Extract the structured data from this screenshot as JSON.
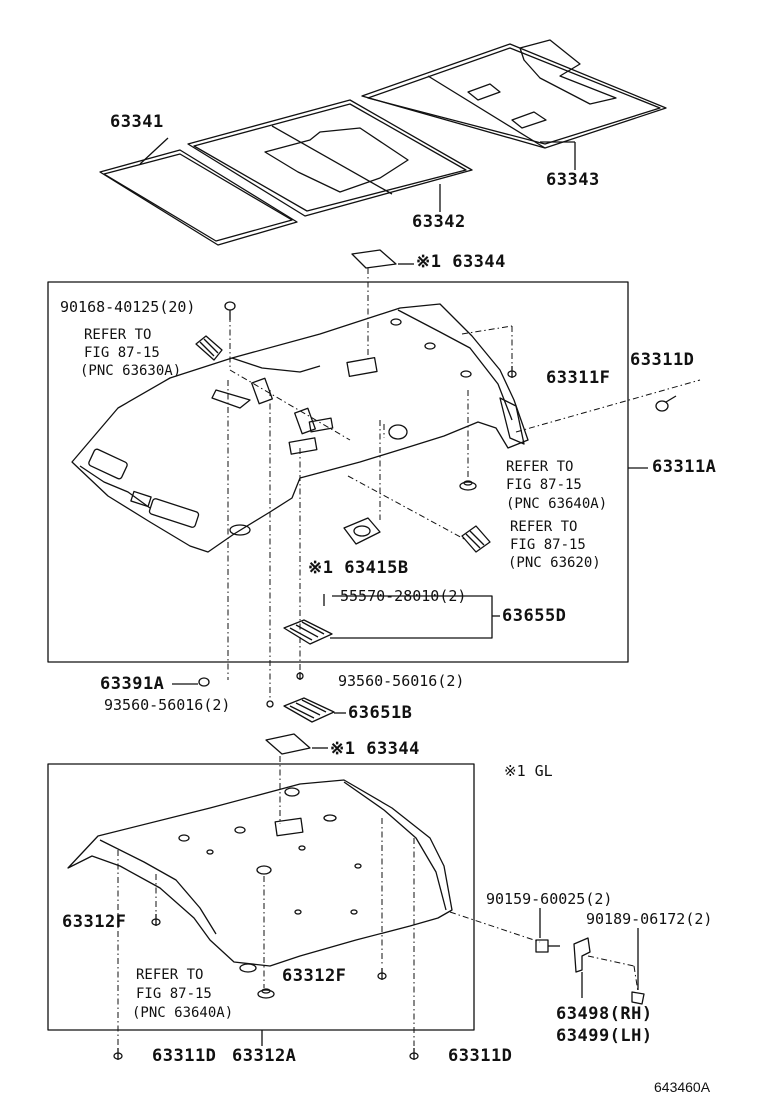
{
  "labels": {
    "p63341": "63341",
    "p63342": "63342",
    "p63343": "63343",
    "p63344_top": "※1 63344",
    "p90168": "90168-40125(20)",
    "ref1_a": "REFER TO",
    "ref1_b": "FIG 87-15",
    "ref1_c": "(PNC 63630A)",
    "p63311F": "63311F",
    "p63311D_right": "63311D",
    "p63311A": "63311A",
    "ref2_a": "REFER TO",
    "ref2_b": "FIG 87-15",
    "ref2_c": "(PNC 63640A)",
    "ref3_a": "REFER TO",
    "ref3_b": "FIG 87-15",
    "ref3_c": "(PNC 63620)",
    "p63415B": "※1 63415B",
    "p55570": "55570-28010(2)",
    "p63655D": "63655D",
    "p63391A": "63391A",
    "p93560_right": "93560-56016(2)",
    "p93560_left": "93560-56016(2)",
    "p63651B": "63651B",
    "p63344_bottom": "※1 63344",
    "note_gl": "※1 GL",
    "p63312F_left": "63312F",
    "p90159": "90159-60025(2)",
    "p90189": "90189-06172(2)",
    "ref4_a": "REFER TO",
    "ref4_b": "FIG 87-15",
    "ref4_c": "(PNC 63640A)",
    "p63312F_mid": "63312F",
    "p63498": "63498(RH)",
    "p63499": "63499(LH)",
    "p63311D_bl": "63311D",
    "p63312A": "63312A",
    "p63311D_br": "63311D",
    "diagram_code": "643460A"
  }
}
